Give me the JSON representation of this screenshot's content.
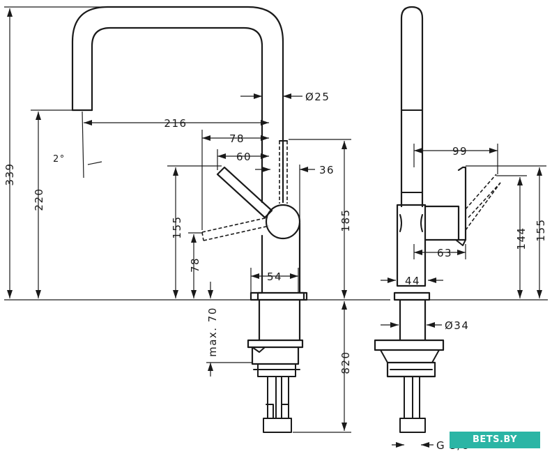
{
  "dimensions": {
    "total_height": "339",
    "spout_height": "220",
    "reach": "216",
    "spout_diameter": "Ø25",
    "lever_offset_78": "78",
    "lever_offset_60": "60",
    "body_offset": "36",
    "lever_height": "155",
    "lever_low": "78",
    "body_height": "185",
    "base_width": "54",
    "max_deck": "max. 70",
    "tail_length": "820",
    "spout_angle": "2°",
    "side_reach": "99",
    "side_144": "144",
    "side_155": "155",
    "side_63": "63",
    "side_44": "44",
    "side_diameter": "Ø34",
    "bottom_label": "G 3/8"
  },
  "watermark": "BETS.BY"
}
